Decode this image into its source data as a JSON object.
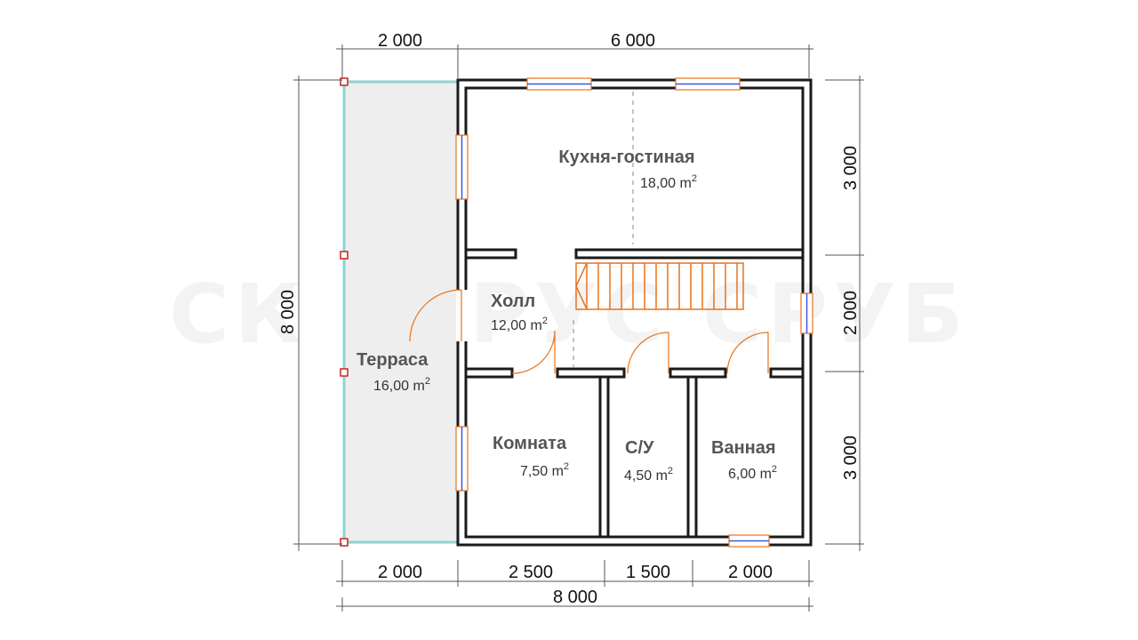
{
  "watermark": "СК ВЕРУС СРУБ",
  "area_unit": "m",
  "area_exp": "2",
  "dimensions": {
    "top_left": "2 000",
    "top_right": "6 000",
    "right_top": "3 000",
    "right_mid": "2 000",
    "right_bottom": "3 000",
    "left_total": "8 000",
    "bottom_1": "2 000",
    "bottom_2": "2 500",
    "bottom_3": "1 500",
    "bottom_4": "2 000",
    "bottom_total": "8 000"
  },
  "rooms": {
    "kitchen": {
      "name": "Кухня-гостиная",
      "area": "18,00"
    },
    "hall": {
      "name": "Холл",
      "area": "12,00"
    },
    "terrace": {
      "name": "Терраса",
      "area": "16,00"
    },
    "room": {
      "name": "Комната",
      "area": "7,50"
    },
    "wc": {
      "name": "С/У",
      "area": "4,50"
    },
    "bath": {
      "name": "Ванная",
      "area": "6,00"
    }
  },
  "colors": {
    "wall": "#1a1a1a",
    "window": "#3a5bd9",
    "door": "#e8731a",
    "terrace_fill": "#eeeeee",
    "terrace_rail": "#8fd3d3",
    "post": "#cc2222"
  }
}
